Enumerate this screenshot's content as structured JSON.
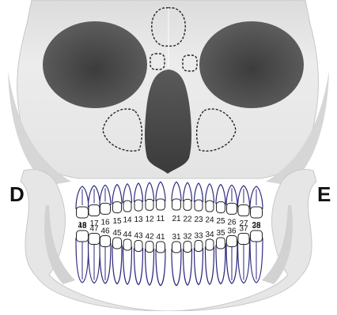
{
  "labels": {
    "left_side": "D",
    "right_side": "E"
  },
  "upper_teeth": [
    "18",
    "17",
    "16",
    "15",
    "14",
    "13",
    "12",
    "11",
    "21",
    "22",
    "23",
    "24",
    "25",
    "26",
    "27",
    "28"
  ],
  "lower_teeth": [
    "48",
    "47",
    "46",
    "45",
    "44",
    "43",
    "42",
    "41",
    "31",
    "32",
    "33",
    "34",
    "35",
    "36",
    "37",
    "38"
  ],
  "colors": {
    "bone": "#e7e7e7",
    "bone_shadow": "#cfcfcf",
    "cavity": "#4a4a4a",
    "root_outline": "#2c2a7e",
    "tooth_fill": "#ffffff"
  }
}
